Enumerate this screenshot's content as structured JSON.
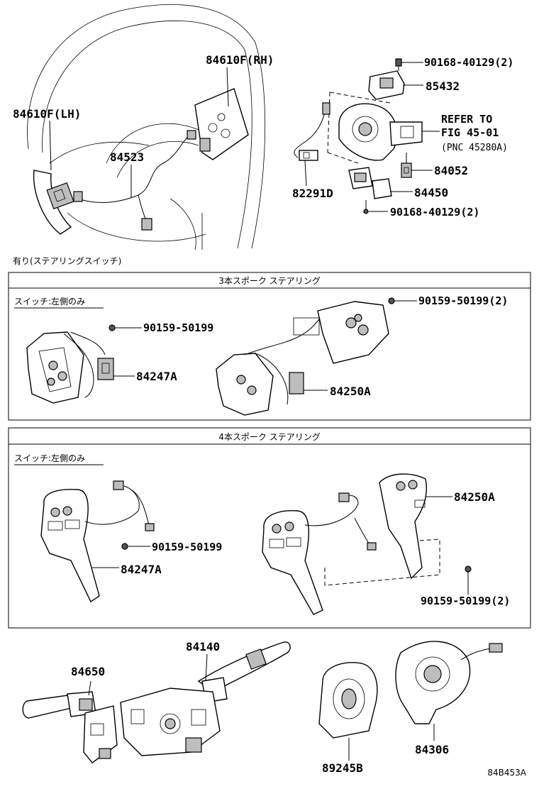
{
  "top": {
    "p_84610f_rh": "84610F(RH)",
    "p_84610f_lh": "84610F(LH)",
    "p_84523": "84523",
    "p_90168_top": "90168-40129(2)",
    "p_85432": "85432",
    "refer_line1": "REFER TO",
    "refer_line2": "FIG 45-01",
    "refer_line3": "(PNC 45280A)",
    "p_84052": "84052",
    "p_82291d": "82291D",
    "p_84450": "84450",
    "p_90168_bottom": "90168-40129(2)"
  },
  "caption_with_switch": "有り(ステアリングスイッチ)",
  "section_3spoke": {
    "title": "3本スポーク ステアリング",
    "subtitle": "スイッチ:左側のみ",
    "p_90159_left": "90159-50199",
    "p_84247a": "84247A",
    "p_90159_right": "90159-50199(2)",
    "p_84250a": "84250A"
  },
  "section_4spoke": {
    "title": "4本スポーク ステアリング",
    "subtitle": "スイッチ:左側のみ",
    "p_84250a": "84250A",
    "p_90159_mid": "90159-50199",
    "p_84247a": "84247A",
    "p_90159_right": "90159-50199(2)"
  },
  "bottom": {
    "p_84140": "84140",
    "p_84650": "84650",
    "p_89245b": "89245B",
    "p_84306": "84306"
  },
  "figure_code": "84B453A"
}
